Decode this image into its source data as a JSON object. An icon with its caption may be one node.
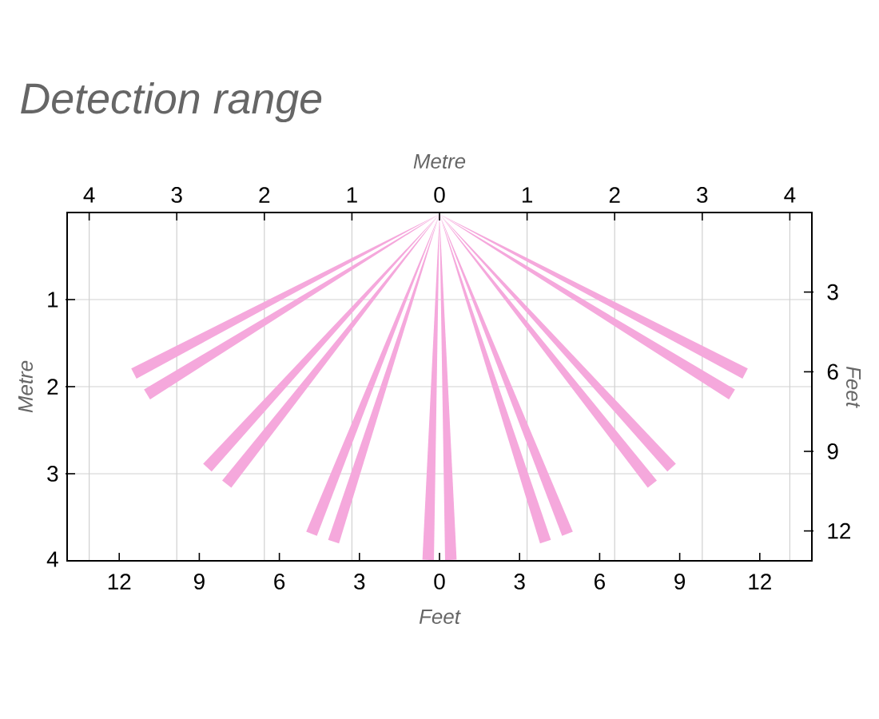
{
  "diagram": {
    "title": "Detection range",
    "labels": [
      "Metre",
      "4",
      "3",
      "2",
      "1",
      "0",
      "1",
      "2",
      "3",
      "4",
      "Metre",
      "1",
      "2",
      "3",
      "4",
      "Feet",
      "3",
      "6",
      "9",
      "12",
      "12",
      "9",
      "6",
      "3",
      "0",
      "3",
      "6",
      "9",
      "12",
      "Feet"
    ]
  }
}
